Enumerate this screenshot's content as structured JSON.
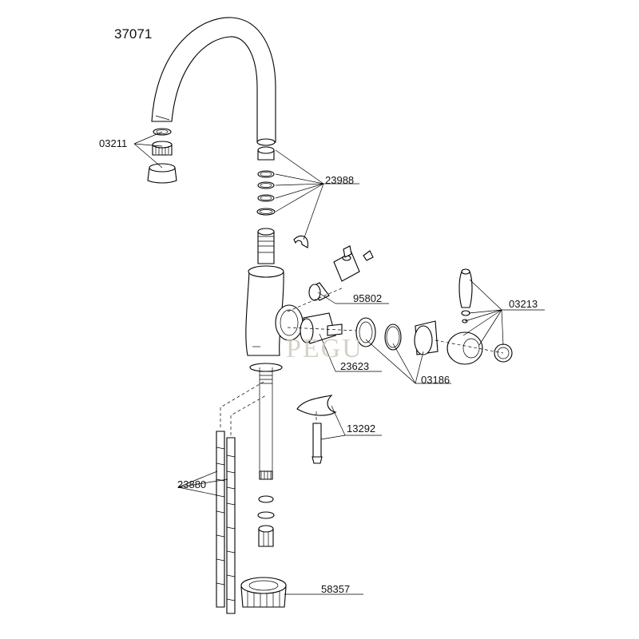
{
  "diagram": {
    "model_number": "37071",
    "watermark": "PEGU",
    "parts": [
      {
        "id": "aerator",
        "label": "03211"
      },
      {
        "id": "o-rings",
        "label": "23988"
      },
      {
        "id": "cartridge-connector",
        "label": "95802"
      },
      {
        "id": "cartridge",
        "label": "23623"
      },
      {
        "id": "bonnet-set",
        "label": "03186"
      },
      {
        "id": "lever-handle",
        "label": "03213"
      },
      {
        "id": "mounting-bracket",
        "label": "13292"
      },
      {
        "id": "supply-hoses",
        "label": "23880"
      },
      {
        "id": "mounting-nut",
        "label": "58357"
      }
    ]
  }
}
